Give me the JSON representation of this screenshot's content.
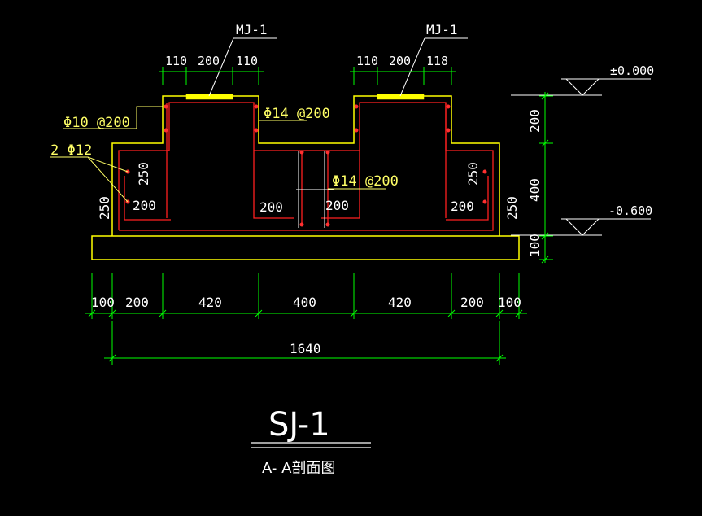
{
  "drawing": {
    "title": "SJ-1",
    "subtitle": "A- A剖面图",
    "colors": {
      "background": "#000000",
      "concrete_outline": "#ffff00",
      "rebar": "#ff2020",
      "rebar_dot": "#ff3030",
      "dimension": "#00ff00",
      "text": "#ffffff",
      "annotation": "#ffff66"
    },
    "embedded_plates": [
      {
        "label": "MJ-1",
        "dims": [
          "110",
          "200",
          "110"
        ]
      },
      {
        "label": "MJ-1",
        "dims": [
          "110",
          "200",
          "118"
        ]
      }
    ],
    "rebar_labels": {
      "top_stirrup": "Φ10 @200",
      "side_bars": "2 Φ12",
      "pier_vertical": "Φ14 @200",
      "center_vertical": "Φ14 @200"
    },
    "internal_dims": {
      "left_hook_vertical": "250",
      "left_hook_horizontal": "200",
      "center_left": "200",
      "center_right": "200",
      "right_hook_vertical": "250",
      "right_hook_horizontal": "200"
    },
    "left_height_dim": "250",
    "right_height_dim": "250",
    "elevations": {
      "top": "±0.000",
      "bottom": "-0.600"
    },
    "right_vertical_dims": [
      "200",
      "400",
      "100"
    ],
    "bottom_dims": [
      "100",
      "200",
      "420",
      "400",
      "420",
      "200",
      "100"
    ],
    "total_width": "1640"
  }
}
